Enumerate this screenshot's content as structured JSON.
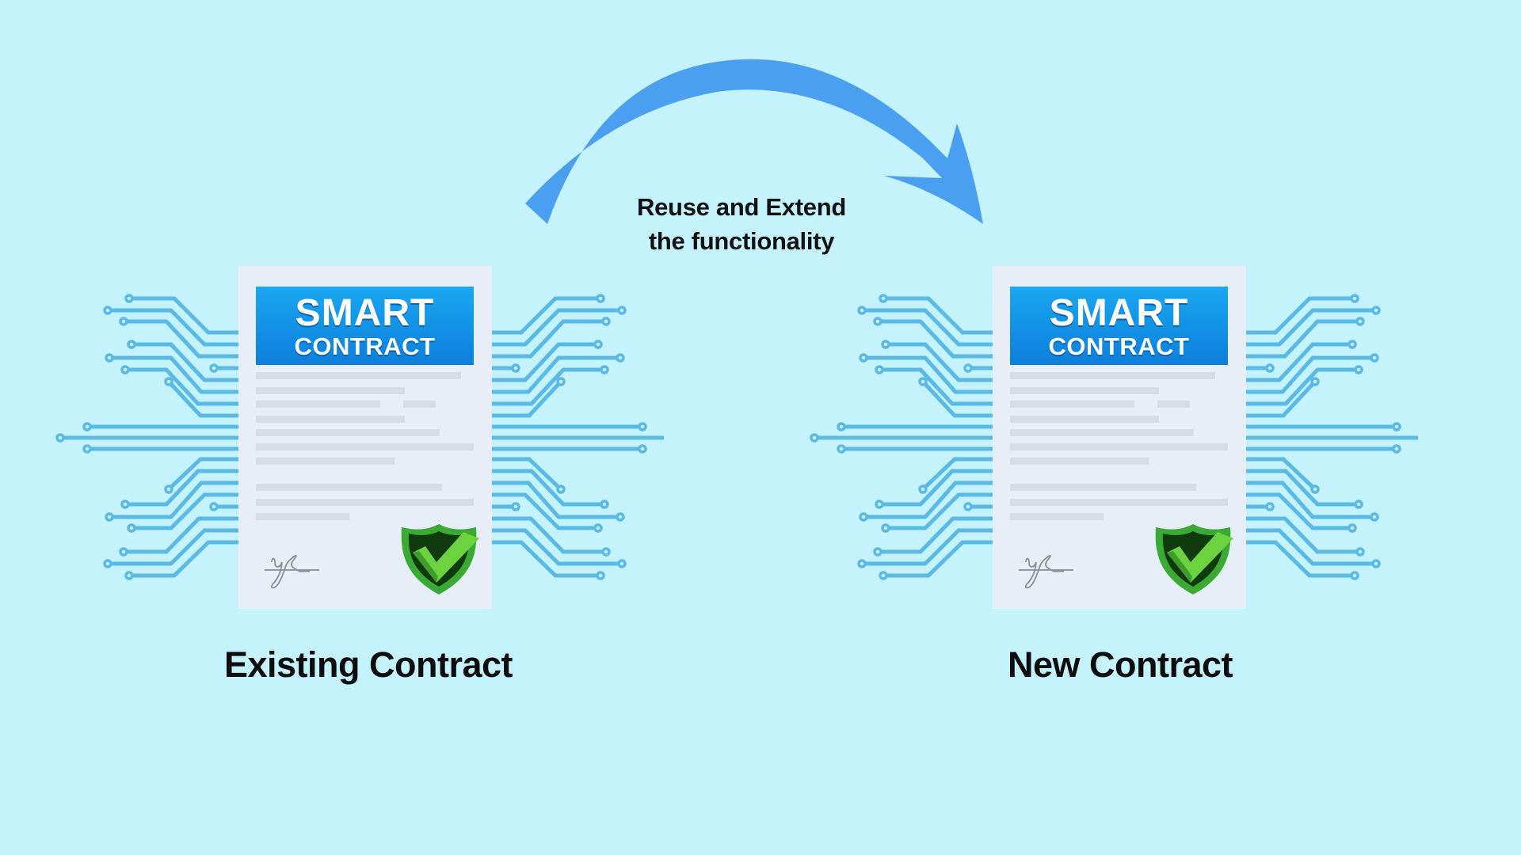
{
  "arrow": {
    "caption_line1": "Reuse and Extend",
    "caption_line2": "the functionality",
    "color": "#4a9ff0"
  },
  "contracts": [
    {
      "banner_title": "SMART",
      "banner_subtitle": "CONTRACT",
      "label": "Existing Contract"
    },
    {
      "banner_title": "SMART",
      "banner_subtitle": "CONTRACT",
      "label": "New Contract"
    }
  ],
  "icons": {
    "signature": "signature-icon",
    "shield": "shield-check-icon",
    "circuit": "circuit-traces"
  },
  "colors": {
    "background": "#c4f2fd",
    "banner": "#0e8ae3",
    "document": "#e7eef8",
    "circuit": "#5ab9e6",
    "shield": "#3aaa35"
  }
}
